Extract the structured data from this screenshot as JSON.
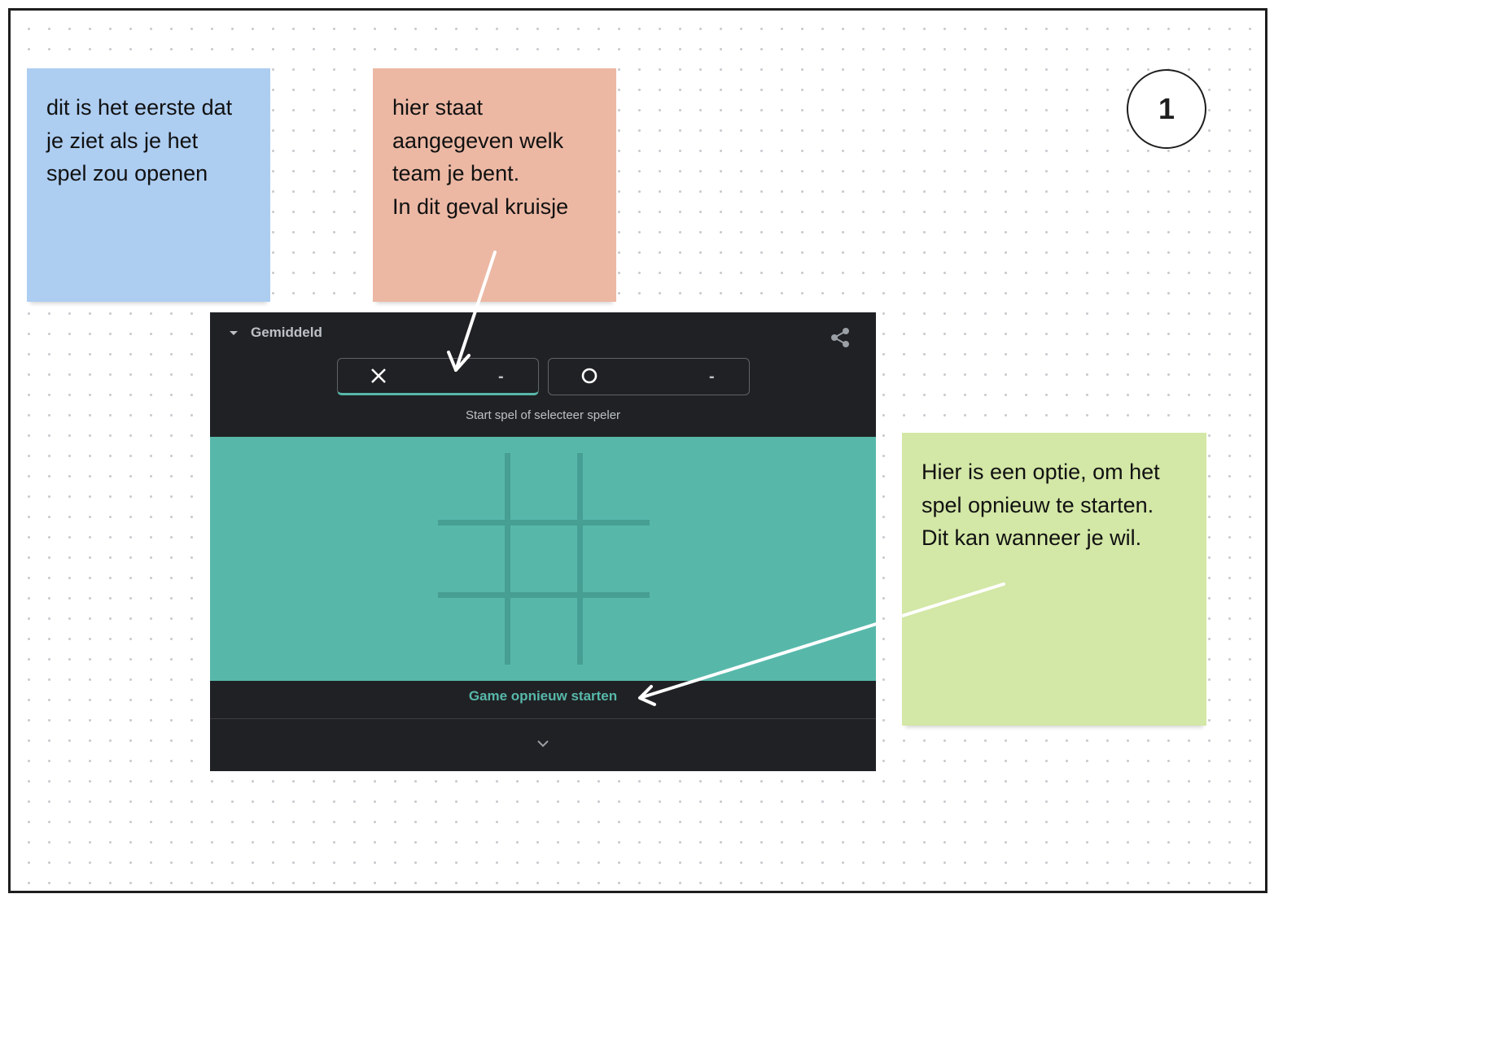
{
  "notes": {
    "blue": "dit is het eerste dat\nje ziet als je het\nspel zou openen",
    "orange": "hier staat\naangegeven welk\nteam je bent.\nIn dit geval kruisje",
    "green": "Hier is een optie, om het\nspel opnieuw te starten.\nDit kan wanneer je wil."
  },
  "step_number": "1",
  "game": {
    "difficulty": "Gemiddeld",
    "players": [
      {
        "symbol": "X",
        "icon": "cross-icon",
        "score": "-",
        "active": true
      },
      {
        "symbol": "O",
        "icon": "circle-icon",
        "score": "-",
        "active": false
      }
    ],
    "status": "Start spel of selecteer speler",
    "restart_label": "Game opnieuw starten",
    "icons": {
      "share": "share-icon",
      "expand": "chevron-down-icon",
      "difficulty": "caret-down-icon"
    }
  },
  "colors": {
    "board": "#57b8aa",
    "board_lines": "#479e92",
    "panel": "#202124",
    "accent": "#57b8aa",
    "note_blue": "#adcdf1",
    "note_orange": "#ecb8a4",
    "note_green": "#d3e7a6"
  }
}
